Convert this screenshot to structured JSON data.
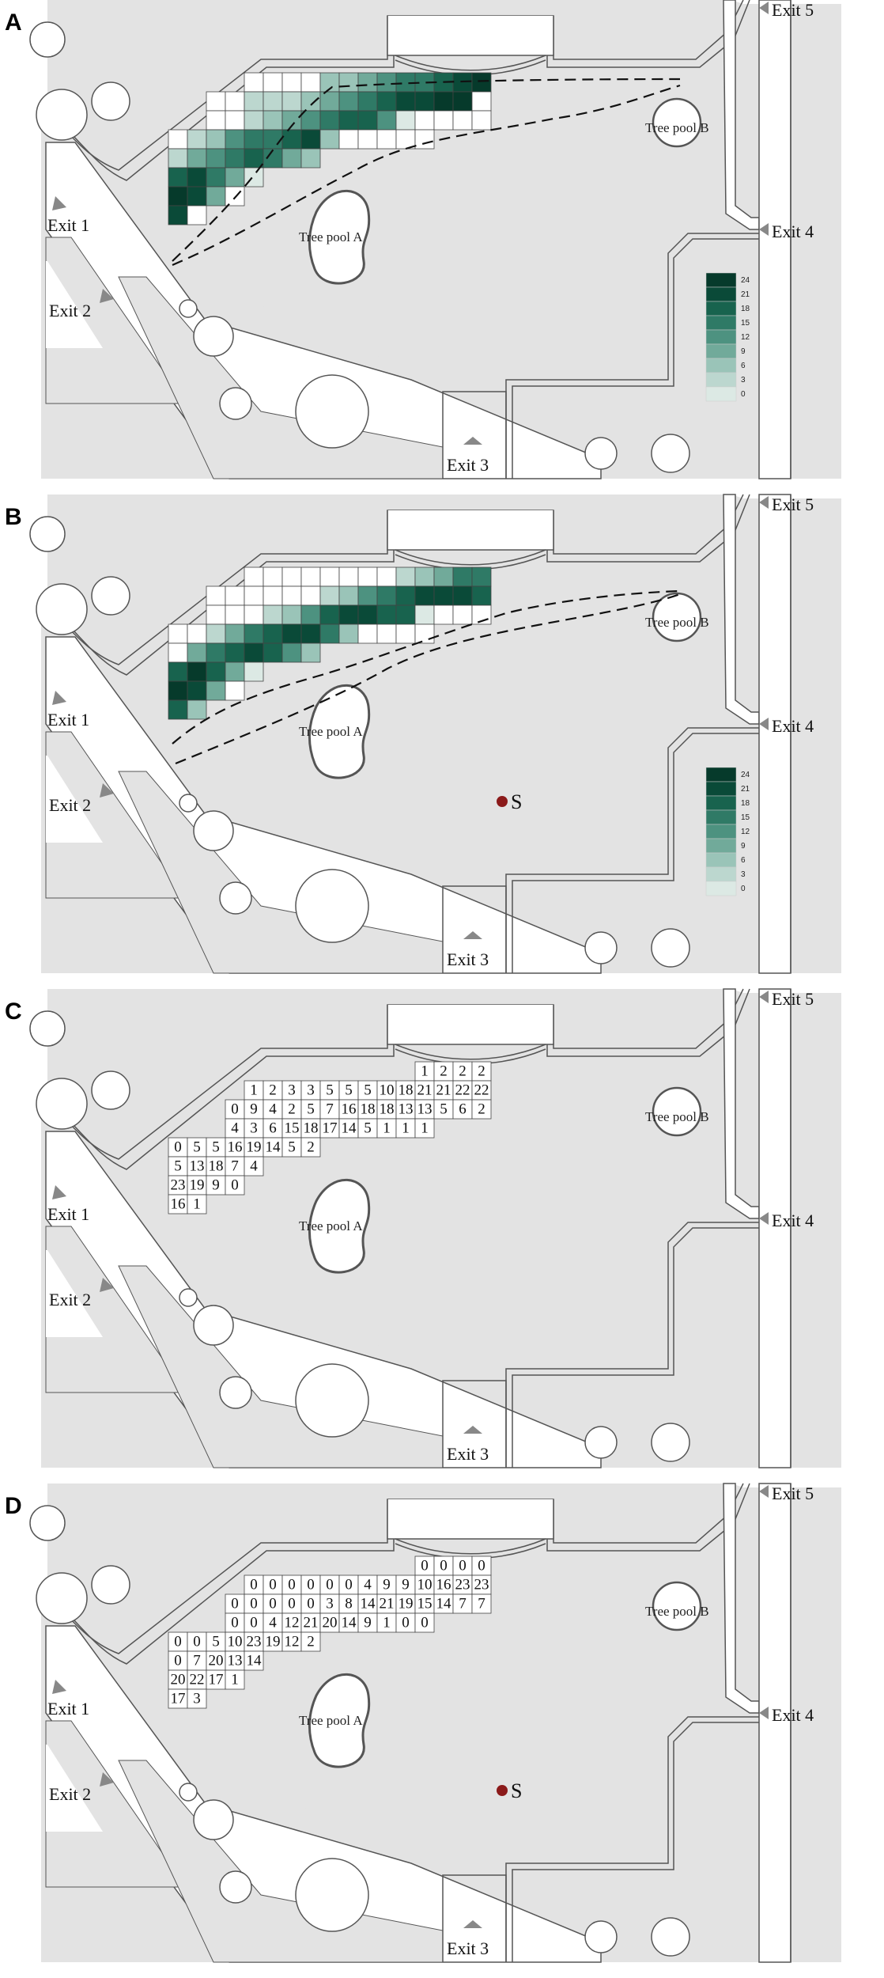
{
  "panels": [
    {
      "letter": "A",
      "mode": "heat",
      "showS": false
    },
    {
      "letter": "B",
      "mode": "heat",
      "showS": true
    },
    {
      "letter": "C",
      "mode": "numbers",
      "showS": false
    },
    {
      "letter": "D",
      "mode": "numbers",
      "showS": true
    }
  ],
  "labels": {
    "exit1": "Exit 1",
    "exit2": "Exit 2",
    "exit3": "Exit 3",
    "exit4": "Exit 4",
    "exit5": "Exit 5",
    "pool_a": "Tree pool A",
    "pool_b": "Tree pool B",
    "start": "S"
  },
  "legend": {
    "ticks": [
      "24",
      "21",
      "18",
      "15",
      "12",
      "9",
      "6",
      "3",
      "0"
    ]
  },
  "colors": {
    "floor": "#e3e3e3",
    "wall": "#555555",
    "exit_marker": "#888888",
    "start_dot": "#8b1a1a",
    "heat_ramp": [
      "#ffffff",
      "#dce9e4",
      "#bcd7cf",
      "#9ac4b8",
      "#71aa9a",
      "#4d9280",
      "#2f7a66",
      "#18634e",
      "#0a4a38",
      "#063a2b"
    ]
  },
  "grids": {
    "C": [
      [
        "",
        "",
        "",
        "",
        "",
        "",
        "",
        "",
        "",
        "",
        "",
        "",
        "",
        "1",
        "2",
        "2",
        "2"
      ],
      [
        "",
        "",
        "",
        "",
        "1",
        "2",
        "3",
        "3",
        "5",
        "5",
        "5",
        "10",
        "18",
        "21",
        "21",
        "22",
        "22"
      ],
      [
        "",
        "",
        "",
        "0",
        "9",
        "4",
        "2",
        "5",
        "7",
        "16",
        "18",
        "18",
        "13",
        "13",
        "5",
        "6",
        "2"
      ],
      [
        "",
        "",
        "",
        "4",
        "3",
        "6",
        "15",
        "18",
        "17",
        "14",
        "5",
        "1",
        "1",
        "1",
        "",
        "",
        ""
      ],
      [
        "0",
        "5",
        "5",
        "16",
        "19",
        "14",
        "5",
        "2",
        "",
        "",
        "",
        "",
        "",
        "",
        "",
        "",
        ""
      ],
      [
        "5",
        "13",
        "18",
        "7",
        "4",
        "",
        "",
        "",
        "",
        "",
        "",
        "",
        "",
        "",
        "",
        "",
        ""
      ],
      [
        "23",
        "19",
        "9",
        "0",
        "",
        "",
        "",
        "",
        "",
        "",
        "",
        "",
        "",
        "",
        "",
        "",
        ""
      ],
      [
        "16",
        "1",
        "",
        "",
        "",
        "",
        "",
        "",
        "",
        "",
        "",
        "",
        "",
        "",
        "",
        "",
        ""
      ]
    ],
    "D": [
      [
        "",
        "",
        "",
        "",
        "",
        "",
        "",
        "",
        "",
        "",
        "",
        "",
        "",
        "0",
        "0",
        "0",
        "0"
      ],
      [
        "",
        "",
        "",
        "",
        "0",
        "0",
        "0",
        "0",
        "0",
        "0",
        "4",
        "9",
        "9",
        "10",
        "16",
        "23",
        "23"
      ],
      [
        "",
        "",
        "",
        "0",
        "0",
        "0",
        "0",
        "0",
        "3",
        "8",
        "14",
        "21",
        "19",
        "15",
        "14",
        "7",
        "7"
      ],
      [
        "",
        "",
        "",
        "0",
        "0",
        "4",
        "12",
        "21",
        "20",
        "14",
        "9",
        "1",
        "0",
        "0",
        "",
        "",
        ""
      ],
      [
        "0",
        "0",
        "5",
        "10",
        "23",
        "19",
        "12",
        "2",
        "",
        "",
        "",
        "",
        "",
        "",
        "",
        "",
        ""
      ],
      [
        "0",
        "7",
        "20",
        "13",
        "14",
        "",
        "",
        "",
        "",
        "",
        "",
        "",
        "",
        "",
        "",
        "",
        ""
      ],
      [
        "20",
        "22",
        "17",
        "1",
        "",
        "",
        "",
        "",
        "",
        "",
        "",
        "",
        "",
        "",
        "",
        "",
        ""
      ],
      [
        "17",
        "3",
        "",
        "",
        "",
        "",
        "",
        "",
        "",
        "",
        "",
        "",
        "",
        "",
        "",
        "",
        ""
      ]
    ]
  }
}
